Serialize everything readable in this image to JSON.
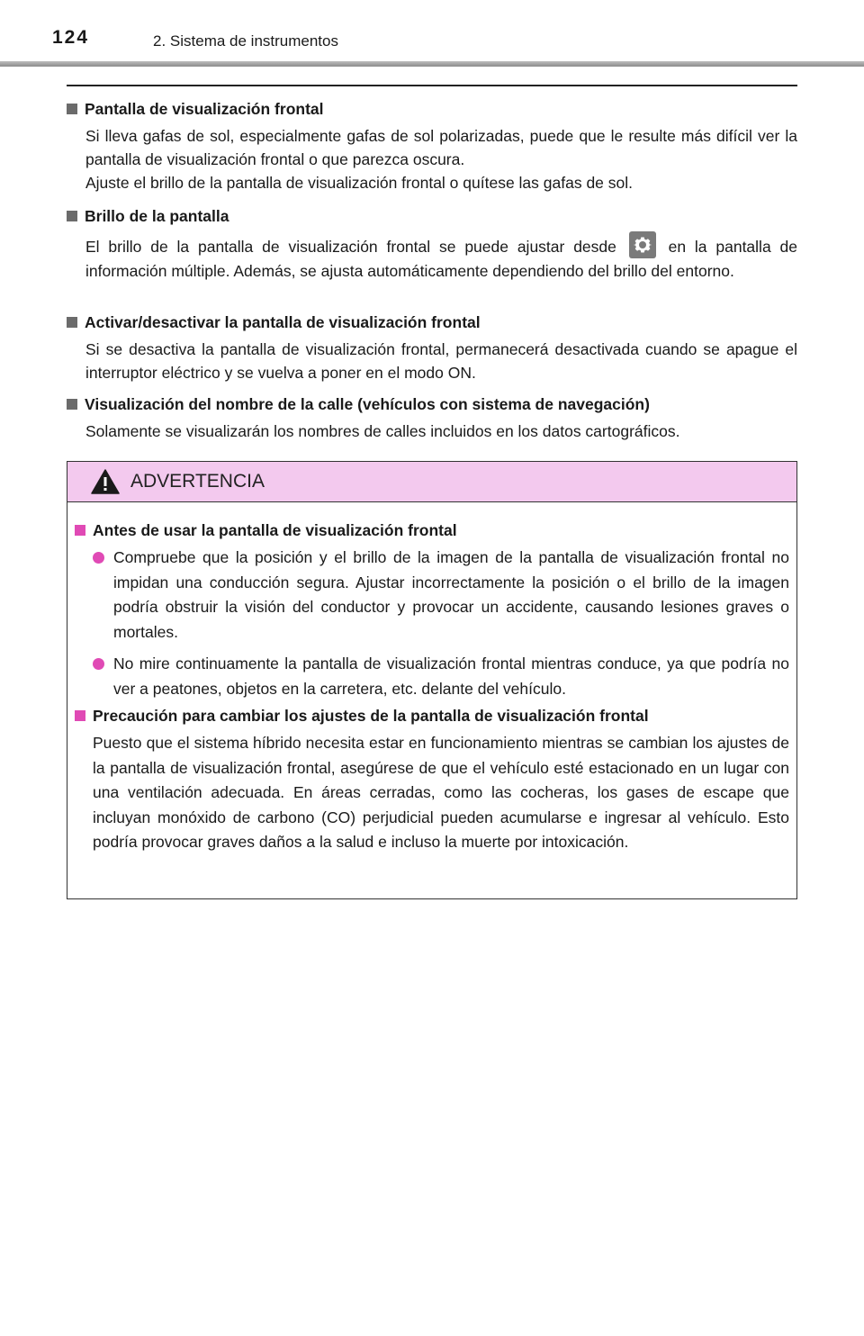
{
  "header": {
    "page_number": "124",
    "chapter": "2. Sistema de instrumentos"
  },
  "sections": [
    {
      "title": "Pantalla de visualización frontal",
      "lines": [
        "Si lleva gafas de sol, especialmente gafas de sol polarizadas, puede que le resulte más difícil ver la pantalla de visualización frontal o que parezca oscura.",
        "Ajuste el brillo de la pantalla de visualización frontal o quítese las gafas de sol."
      ]
    },
    {
      "title": "Brillo de la pantalla",
      "text_before_icon": "El brillo de la pantalla de visualización frontal se puede ajustar desde",
      "icon": "gear-icon",
      "text_after_icon": "en la pantalla de información múltiple. Además, se ajusta automáticamente dependiendo del brillo del entorno."
    },
    {
      "title": "Activar/desactivar la pantalla de visualización frontal",
      "lines": [
        "Si se desactiva la pantalla de visualización frontal, permanecerá desactivada cuando se apague el interruptor eléctrico y se vuelva a poner en el modo ON."
      ]
    },
    {
      "title": "Visualización del nombre de la calle (vehículos con sistema de navegación)",
      "lines": [
        "Solamente se visualizarán los nombres de calles incluidos en los datos cartográficos."
      ]
    }
  ],
  "warning": {
    "heading": "ADVERTENCIA",
    "accent_color": "#e04ab5",
    "header_bg": "#f3c9ee",
    "subsections": [
      {
        "title": "Antes de usar la pantalla de visualización frontal",
        "bullets": [
          "Compruebe que la posición y el brillo de la imagen de la pantalla de visualización frontal no impidan una conducción segura. Ajustar incorrectamente la posición o el brillo de la imagen podría obstruir la visión del conductor y provocar un accidente, causando lesiones graves o mortales.",
          "No mire continuamente la pantalla de visualización frontal mientras conduce, ya que podría no ver a peatones, objetos en la carretera, etc. delante del vehículo."
        ]
      },
      {
        "title": "Precaución para cambiar los ajustes de la pantalla de visualización frontal",
        "body": "Puesto que el sistema híbrido necesita estar en funcionamiento mientras se cambian los ajustes de la pantalla de visualización frontal, asegúrese de que el vehículo esté estacionado en un lugar con una ventilación adecuada. En áreas cerradas, como las cocheras, los gases de escape que incluyan monóxido de carbono (CO) perjudicial pueden acumularse e ingresar al vehículo. Esto podría provocar graves daños a la salud e incluso la muerte por intoxicación."
      }
    ]
  }
}
